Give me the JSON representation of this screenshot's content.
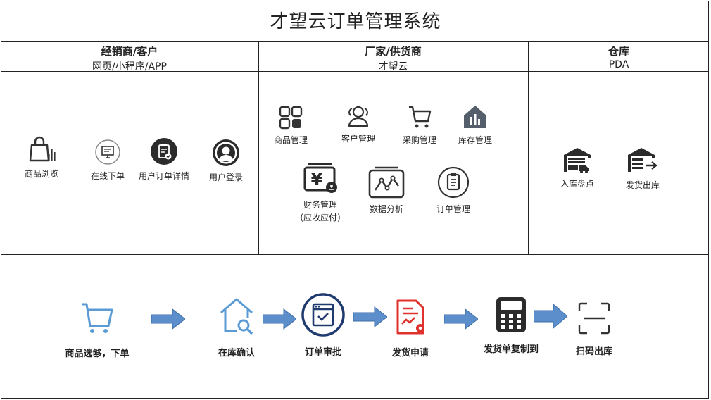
{
  "title": "才望云订单管理系统",
  "columns": [
    {
      "header": "经销商/客户",
      "platform": "网页/小程序/APP"
    },
    {
      "header": "厂家/供货商",
      "platform": "才望云"
    },
    {
      "header": "仓库",
      "platform": "PDA"
    }
  ],
  "dealer_functions": [
    "商品浏览",
    "在线下单",
    "用户订单详情",
    "用户登录"
  ],
  "vendor_functions": [
    "商品管理",
    "客户管理",
    "采购管理",
    "库存管理",
    "财务管理",
    "(应收应付)",
    "数据分析",
    "订单管理"
  ],
  "warehouse_functions": [
    "入库盘点",
    "发货出库"
  ],
  "process_steps": [
    "商品选够，下单",
    "在库确认",
    "订单审批",
    "发货申请",
    "发货单复制到",
    "扫码出库"
  ],
  "colors": {
    "arrow": "#5b8ecb",
    "blue_icon": "#5b9bd5",
    "navy": "#1f3a6e",
    "red_icon": "#e0322d",
    "gray_icon": "#555f6b"
  }
}
